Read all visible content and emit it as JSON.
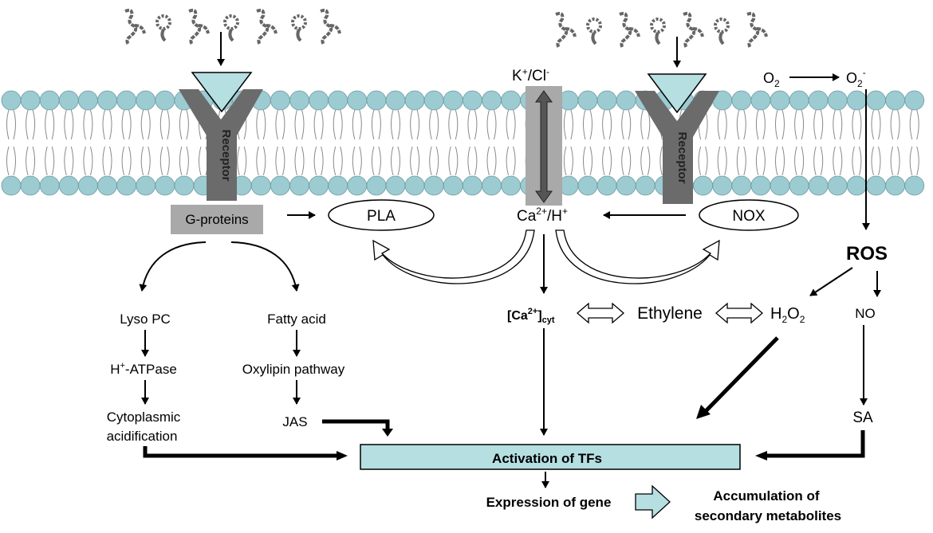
{
  "membrane": {
    "head_color": "#9ccbd1",
    "head_stroke": "#6d9aa0",
    "tail_color": "#8a8a8a"
  },
  "receptor": {
    "left_label": "Receptor",
    "right_label": "Receptor",
    "color": "#6b6b6b",
    "triangle_color": "#b6dfe2"
  },
  "channel": {
    "top_label": "K",
    "top_label_sup1": "+",
    "top_label_mid": "/Cl",
    "top_label_sup2": "-",
    "color": "#a9a9a9"
  },
  "oxygen": {
    "o2": "O",
    "o2_sub": "2",
    "o2minus": "O",
    "o2minus_sub": "2",
    "o2minus_sup": "-"
  },
  "nodes": {
    "g_proteins": "G-proteins",
    "pla": "PLA",
    "nox": "NOX",
    "ca_h_1": "Ca",
    "ca_h_sup1": "2+",
    "ca_h_2": "/H",
    "ca_h_sup2": "+",
    "ros": "ROS",
    "lyso_pc": "Lyso PC",
    "fatty_acid": "Fatty acid",
    "h_atpase_1": "H",
    "h_atpase_sup": "+",
    "h_atpase_2": "-ATPase",
    "oxylipin": "Oxylipin pathway",
    "cyto_1": "Cytoplasmic",
    "cyto_2": "acidification",
    "jas": "JAS",
    "ca_cyt_1": "[Ca",
    "ca_cyt_sup": "2+",
    "ca_cyt_2": "]",
    "ca_cyt_sub": "cyt",
    "ethylene": "Ethylene",
    "h2o2_1": "H",
    "h2o2_sub1": "2",
    "h2o2_2": "O",
    "h2o2_sub2": "2",
    "no": "NO",
    "sa": "SA",
    "activation": "Activation of TFs",
    "expression": "Expression of gene",
    "accum_1": "Accumulation of",
    "accum_2": "secondary metabolites"
  },
  "colors": {
    "box_fill": "#b6dfe2",
    "gprot_fill": "#a9a9a9",
    "elicitor": "#666666"
  }
}
